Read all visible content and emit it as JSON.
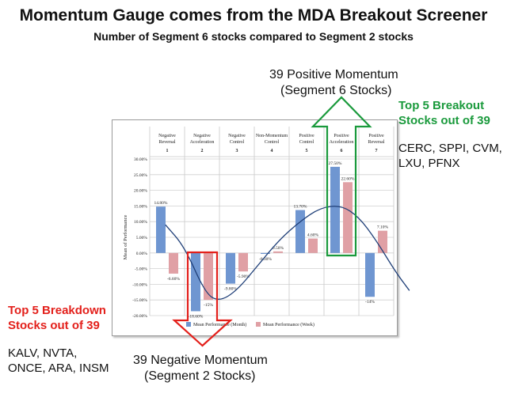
{
  "title": "Momentum Gauge comes from the MDA Breakout Screener",
  "subtitle": "Number of Segment 6 stocks compared to Segment 2 stocks",
  "positive_momentum": {
    "line1": "39 Positive Momentum",
    "line2": "(Segment 6 Stocks)"
  },
  "negative_momentum": {
    "line1": "39 Negative Momentum",
    "line2": "(Segment 2 Stocks)"
  },
  "breakout": {
    "heading_line1": "Top 5 Breakout",
    "heading_line2": "Stocks out of 39",
    "tickers_line1": "CERC, SPPI, CVM,",
    "tickers_line2": "LXU, PFNX",
    "color": "#1a9a3c"
  },
  "breakdown": {
    "heading_line1": "Top 5 Breakdown",
    "heading_line2": "Stocks out of 39",
    "tickers_line1": "KALV, NVTA,",
    "tickers_line2": "ONCE, ARA, INSM",
    "color": "#e3201b"
  },
  "chart_data": {
    "type": "bar",
    "ylabel": "Mean of Performance",
    "ylim": [
      -0.2,
      0.3
    ],
    "yticks": [
      "30.00%",
      "25.00%",
      "20.00%",
      "15.00%",
      "10.00%",
      "5.00%",
      "0.00%",
      "-5.00%",
      "-10.00%",
      "-15.00%",
      "-20.00%"
    ],
    "grid": true,
    "legend_position": "bottom",
    "categories": [
      {
        "line1": "Negative",
        "line2": "Reversal",
        "number": "1"
      },
      {
        "line1": "Negative",
        "line2": "Acceleration",
        "number": "2"
      },
      {
        "line1": "Negative",
        "line2": "Control",
        "number": "3"
      },
      {
        "line1": "Non-Momentum",
        "line2": "Control",
        "number": "4"
      },
      {
        "line1": "Positive",
        "line2": "Control",
        "number": "5"
      },
      {
        "line1": "Positive",
        "line2": "Acceleration",
        "number": "6"
      },
      {
        "line1": "Positive",
        "line2": "Reversal",
        "number": "7"
      }
    ],
    "series": [
      {
        "name": "Mean Performance (Month)",
        "color": "#6f96d1",
        "values": [
          0.148,
          -0.186,
          -0.098,
          -0.003,
          0.137,
          0.275,
          -0.14
        ],
        "labels": [
          "14.80%",
          "-18.60%",
          "-9.80%",
          "-0.30%",
          "13.70%",
          "27.50%",
          "-14%"
        ]
      },
      {
        "name": "Mean Performance (Week)",
        "color": "#e0a0a5",
        "values": [
          -0.066,
          -0.15,
          -0.059,
          0.005,
          0.046,
          0.226,
          0.071
        ],
        "labels": [
          "-6.60%",
          "-15%",
          "-5.90%",
          "0.50%",
          "4.60%",
          "22.60%",
          "7.10%"
        ]
      }
    ],
    "trend_line_color": "#1f3f78"
  }
}
